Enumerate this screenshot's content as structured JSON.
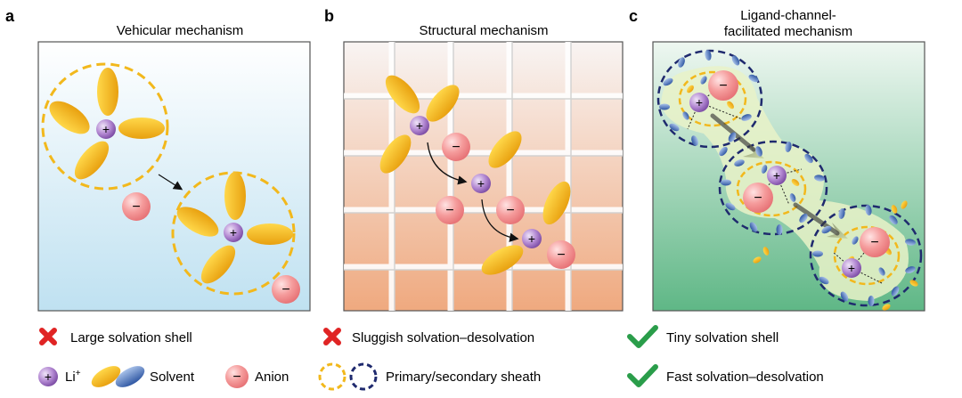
{
  "panels": [
    {
      "letter": "a",
      "title_lines": [
        "Vehicular mechanism"
      ]
    },
    {
      "letter": "b",
      "title_lines": [
        "Structural mechanism"
      ]
    },
    {
      "letter": "c",
      "title_lines": [
        "Ligand-channel-",
        "facilitated mechanism"
      ]
    }
  ],
  "symbols": {
    "plus": "+",
    "minus": "−"
  },
  "verdicts": [
    {
      "mark": "cross-icon",
      "text": "Large solvation shell",
      "color": "#e02424"
    },
    {
      "mark": "cross-icon",
      "text": "Sluggish solvation–desolvation",
      "color": "#e02424"
    },
    {
      "mark": "check-icon",
      "text": "Tiny solvation shell",
      "color": "#2a9d4a"
    },
    {
      "mark": "check-icon",
      "text": "Fast solvation–desolvation",
      "color": "#2a9d4a"
    }
  ],
  "legend": {
    "li": "Li",
    "li_sup": "+",
    "solvent": "Solvent",
    "anion": "Anion",
    "sheath": "Primary/secondary sheath"
  },
  "colors": {
    "li_ion": "#9b6cc0",
    "anion": "#f08c8c",
    "solvent_yellow": "#f3b51b",
    "solvent_blue": "#3f64ad",
    "primary_sheath": "#f2b81c",
    "secondary_sheath": "#1f2a6e"
  }
}
